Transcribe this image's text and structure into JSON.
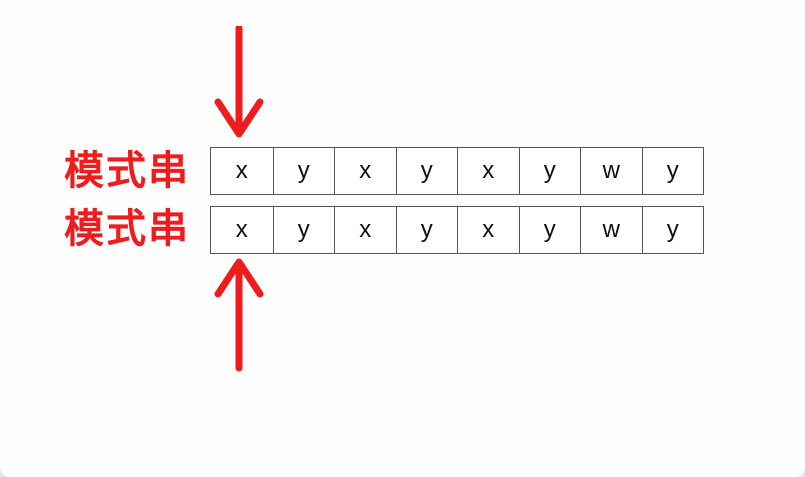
{
  "labels": {
    "top": "模式串",
    "bottom": "模式串"
  },
  "rows": {
    "top": [
      "x",
      "y",
      "x",
      "y",
      "x",
      "y",
      "w",
      "y"
    ],
    "bottom": [
      "x",
      "y",
      "x",
      "y",
      "x",
      "y",
      "w",
      "y"
    ]
  },
  "colors": {
    "accent": "#ee1c1c",
    "cell_border": "#555555",
    "background": "#fdfdfd"
  }
}
